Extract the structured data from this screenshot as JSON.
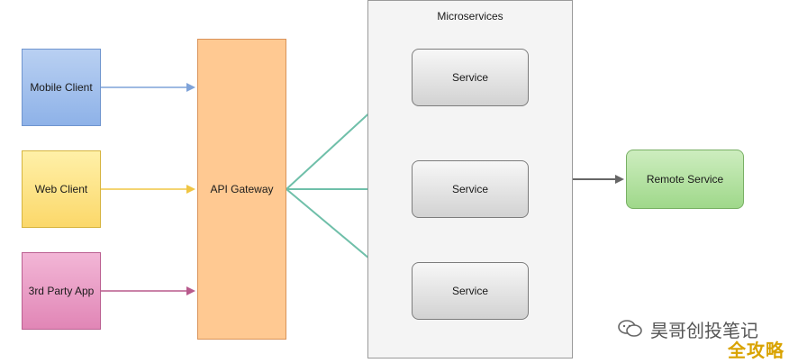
{
  "clients": {
    "mobile": "Mobile Client",
    "web": "Web Client",
    "third_party": "3rd Party App"
  },
  "gateway": {
    "label": "API Gateway"
  },
  "microservices": {
    "title": "Microservices",
    "services": [
      "Service",
      "Service",
      "Service"
    ]
  },
  "remote": {
    "label": "Remote Service"
  },
  "edge_colors": {
    "mobile": "#7fa3d9",
    "web": "#f0c543",
    "third_party": "#b85a8c",
    "gateway": "#6fbfa9",
    "remote": "#666666"
  },
  "watermark": {
    "icon": "wechat-icon",
    "text": "昊哥创投笔记",
    "stamp": "全攻略"
  }
}
